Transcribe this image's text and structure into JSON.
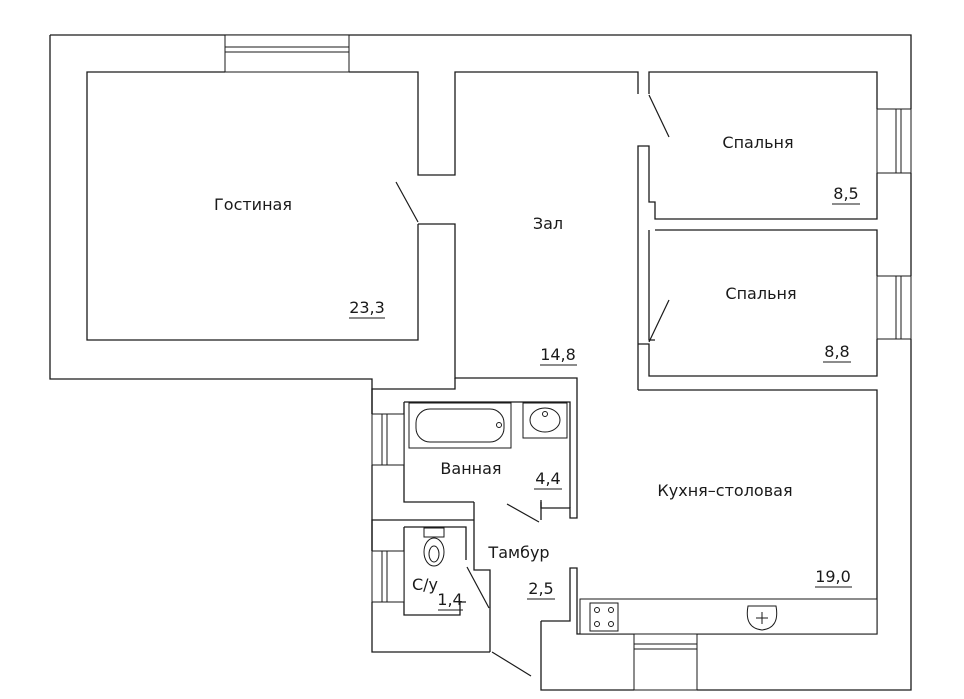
{
  "rooms": [
    {
      "id": "living",
      "name": "Гостиная",
      "area": "23,3"
    },
    {
      "id": "hall",
      "name": "Зал",
      "area": "14,8"
    },
    {
      "id": "bedroom1",
      "name": "Спальня",
      "area": "8,5"
    },
    {
      "id": "bedroom2",
      "name": "Спальня",
      "area": "8,8"
    },
    {
      "id": "bathroom",
      "name": "Ванная",
      "area": "4,4"
    },
    {
      "id": "kitchen",
      "name": "Кухня–столовая",
      "area": "19,0"
    },
    {
      "id": "vestibule",
      "name": "Тамбур",
      "area": "2,5"
    },
    {
      "id": "wc",
      "name": "С/у",
      "area": "1,4"
    }
  ],
  "colors": {
    "line": "#1a1a1a",
    "background": "#ffffff"
  }
}
